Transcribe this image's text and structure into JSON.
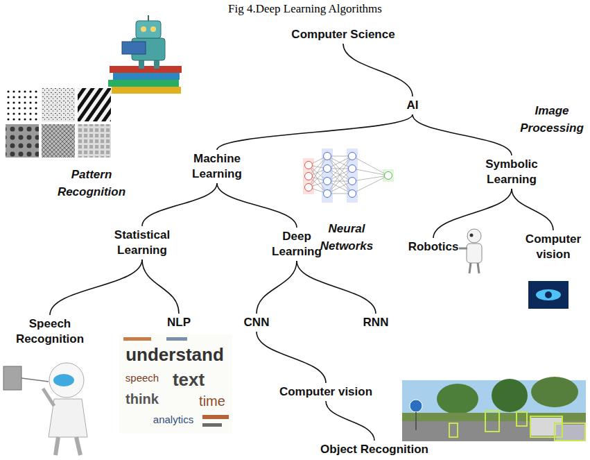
{
  "diagram": {
    "title": "Fig 4.Deep Learning Algorithms",
    "nodes": [
      {
        "text": [
          "Computer Science"
        ]
      },
      {
        "text": [
          "AI"
        ]
      },
      {
        "text": [
          "Machine Learning"
        ]
      },
      {
        "text": [
          "Symbolic Learning"
        ]
      },
      {
        "text": [
          "Statistical Learning"
        ]
      },
      {
        "text": [
          "Deep Learning"
        ]
      },
      {
        "text": [
          "Robotics"
        ]
      },
      {
        "text": [
          "Computer vision"
        ]
      },
      {
        "text": [
          "Speech Recognition"
        ]
      },
      {
        "text": [
          "NLP"
        ]
      },
      {
        "text": [
          "CNN"
        ]
      },
      {
        "text": [
          "RNN"
        ]
      },
      {
        "text": [
          "Computer vision"
        ]
      },
      {
        "text": [
          "Object Recognition"
        ]
      }
    ],
    "edges": [
      {
        "from": 0,
        "to": 1,
        "arrow": "none"
      },
      {
        "from": 1,
        "to": 2,
        "arrow": "none"
      },
      {
        "from": 1,
        "to": 3,
        "arrow": "none"
      },
      {
        "from": 2,
        "to": 4,
        "arrow": "none"
      },
      {
        "from": 2,
        "to": 5,
        "arrow": "none"
      },
      {
        "from": 3,
        "to": 6,
        "arrow": "none"
      },
      {
        "from": 3,
        "to": 7,
        "arrow": "none"
      },
      {
        "from": 4,
        "to": 8,
        "arrow": "none"
      },
      {
        "from": 4,
        "to": 9,
        "arrow": "none"
      },
      {
        "from": 5,
        "to": 10,
        "arrow": "none"
      },
      {
        "from": 5,
        "to": 11,
        "arrow": "none"
      },
      {
        "from": 10,
        "to": 12,
        "arrow": "none"
      },
      {
        "from": 12,
        "to": 13,
        "arrow": "none"
      }
    ],
    "labels": [
      "Image Processing",
      "Pattern Recognition",
      "Neural Networks",
      "understand",
      "speech",
      "text",
      "think",
      "time",
      "analytics"
    ]
  }
}
